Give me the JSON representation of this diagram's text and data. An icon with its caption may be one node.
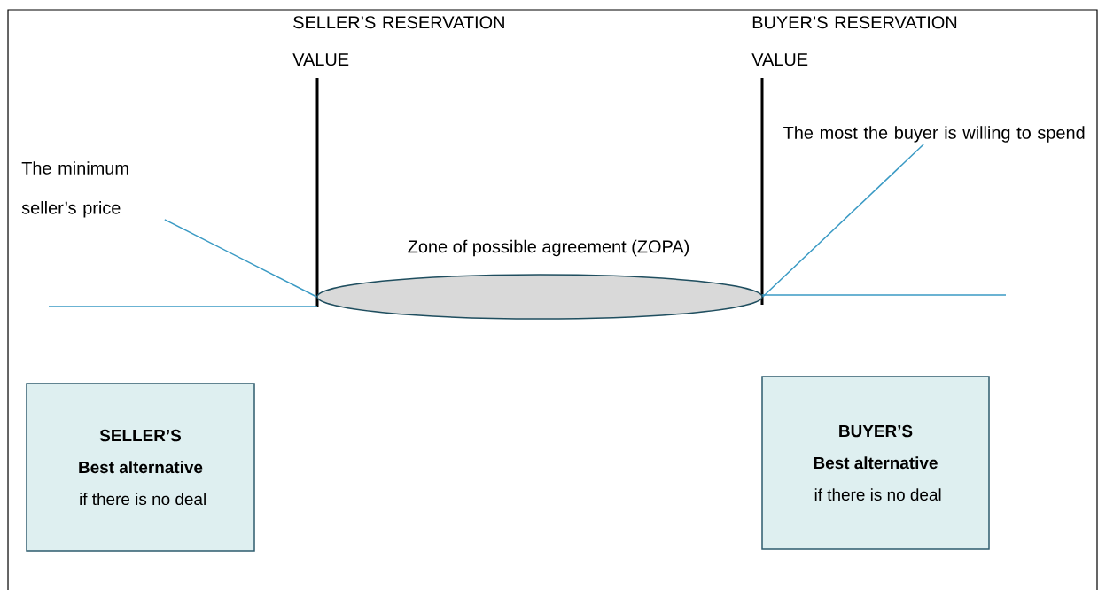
{
  "diagram": {
    "nodes": [
      {
        "text": [
          "The minimum seller’s price"
        ]
      },
      {
        "text": [
          "The most the buyer is willing to spend"
        ]
      },
      {
        "text": [
          "Zone of possible agreement (ZOPA)"
        ]
      },
      {
        "text": [
          "SELLER’S",
          "Best alternative",
          "if there is no deal"
        ]
      },
      {
        "text": [
          "BUYER’S",
          "Best alternative",
          "if there is no deal"
        ]
      }
    ],
    "edges": [
      {
        "from": 0,
        "to": 2,
        "arrow": "none"
      },
      {
        "from": 1,
        "to": 2,
        "arrow": "none"
      }
    ],
    "labels": [
      "SELLER’S RESERVATION VALUE",
      "BUYER’S RESERVATION VALUE"
    ]
  }
}
